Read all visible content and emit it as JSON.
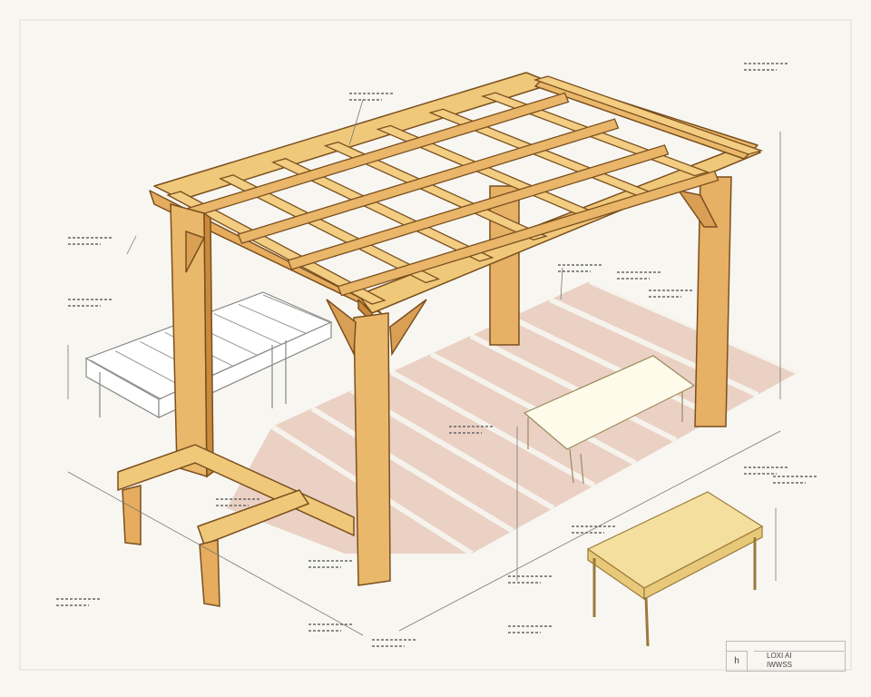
{
  "title_block": {
    "code": "h",
    "line1": "LOXI AI",
    "line2": "IWWSS"
  },
  "colors": {
    "wood_light": "#f0c87a",
    "wood_mid": "#e2a95a",
    "wood_dark": "#c98a3c",
    "outline": "#7a4f1e",
    "shadow": "#e7c9bd",
    "paper": "#f8f6f1",
    "sketch_line": "#555555"
  }
}
